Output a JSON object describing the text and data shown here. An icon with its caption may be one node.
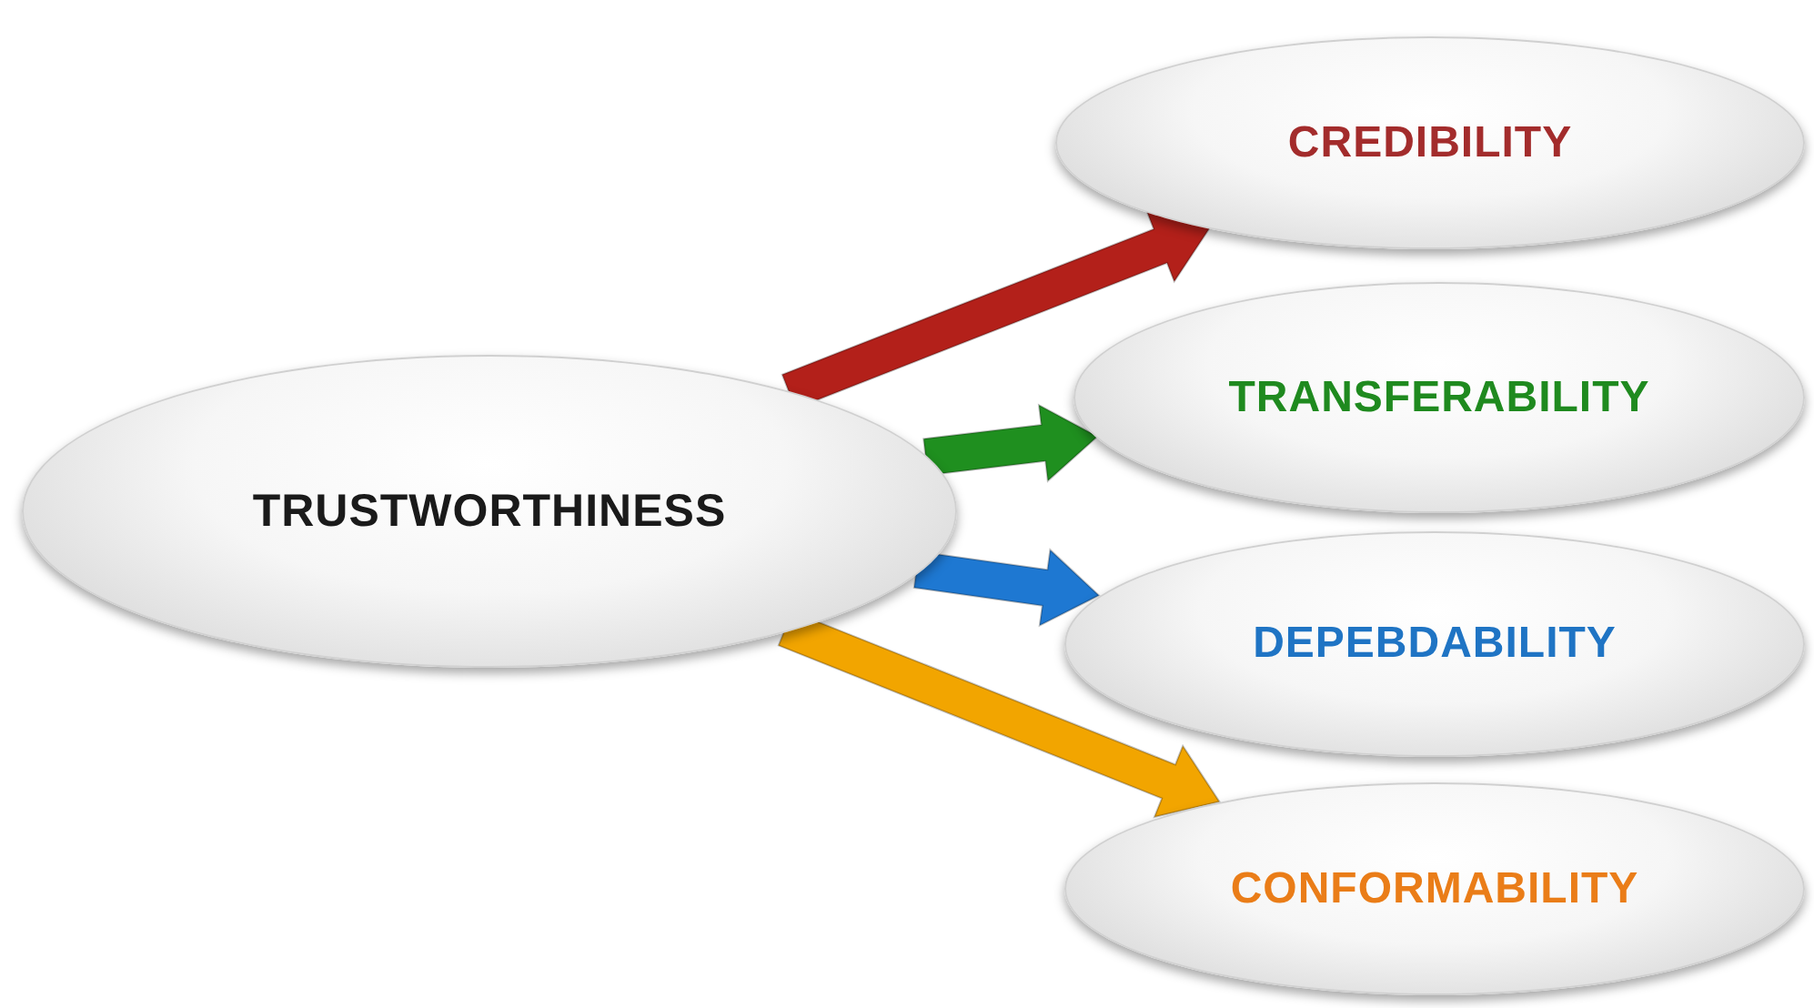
{
  "diagram": {
    "nodes": [
      {
        "text": [
          "TRUSTWORTHINESS"
        ]
      },
      {
        "text": [
          "CREDIBILITY"
        ]
      },
      {
        "text": [
          "TRANSFERABILITY"
        ]
      },
      {
        "text": [
          "DEPEBDABILITY"
        ]
      },
      {
        "text": [
          "CONFORMABILITY"
        ]
      }
    ],
    "edges": [
      {
        "from": 0,
        "to": 1,
        "arrow": "to",
        "style": "thick",
        "color": "#b3201a"
      },
      {
        "from": 0,
        "to": 2,
        "arrow": "to",
        "style": "thick",
        "color": "#1f8f1f"
      },
      {
        "from": 0,
        "to": 3,
        "arrow": "to",
        "style": "thick",
        "color": "#1e78d2"
      },
      {
        "from": 0,
        "to": 4,
        "arrow": "to",
        "style": "thick",
        "color": "#f2a500"
      }
    ]
  }
}
